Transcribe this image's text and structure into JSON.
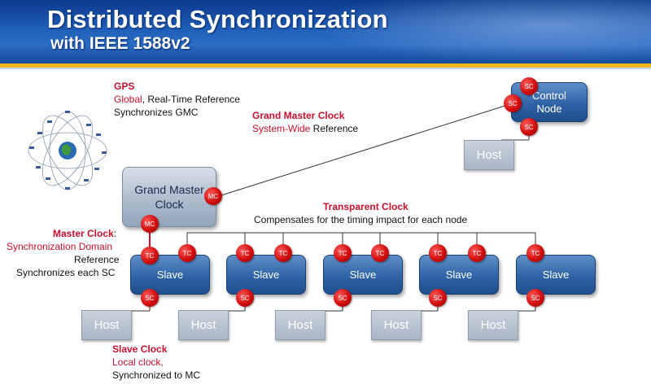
{
  "header": {
    "title": "Distributed Synchronization",
    "subtitle": "with IEEE 1588v2"
  },
  "gps": {
    "title": "GPS",
    "line1_red": "Global",
    "line1_rest": ", Real-Time Reference",
    "line2": "Synchronizes GMC"
  },
  "gmc_label": {
    "title": "Grand Master Clock",
    "red": "System-Wide",
    "rest": " Reference"
  },
  "tc_label": {
    "title": "Transparent Clock",
    "desc": "Compensates for the timing impact for each node"
  },
  "mc_label": {
    "title": "Master Clock",
    "colon": ":",
    "line1": "Synchronization Domain",
    "line2": "Reference",
    "line3": "Synchronizes each SC"
  },
  "sc_label": {
    "title": "Slave Clock",
    "line1": "Local clock,",
    "line2": "Synchronized to MC"
  },
  "control_node": {
    "line1": "Control",
    "line2": "Node"
  },
  "grand_master": {
    "line1": "Grand Master",
    "line2": "Clock"
  },
  "slave_label": "Slave",
  "host_label": "Host",
  "badges": {
    "sc": "SC",
    "tc": "TC",
    "mc": "MC"
  }
}
